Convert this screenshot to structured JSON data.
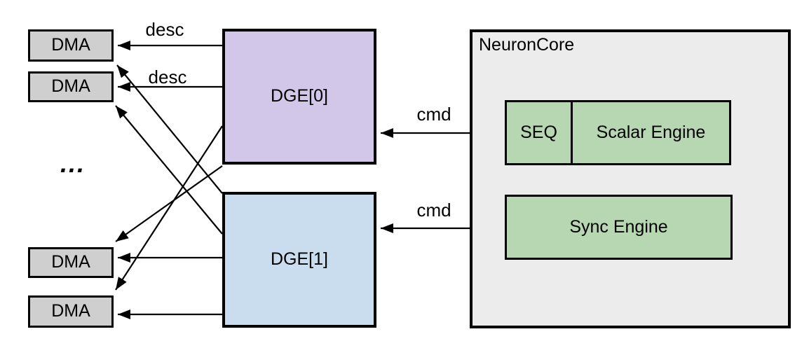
{
  "dma_boxes": [
    {
      "label": "DMA"
    },
    {
      "label": "DMA"
    },
    {
      "label": "DMA"
    },
    {
      "label": "DMA"
    }
  ],
  "dge_boxes": [
    {
      "label": "DGE[0]"
    },
    {
      "label": "DGE[1]"
    }
  ],
  "neuroncore": {
    "title": "NeuronCore",
    "seq_label": "SEQ",
    "scalar_label": "Scalar Engine",
    "sync_label": "Sync Engine"
  },
  "edge_labels": [
    {
      "text": "desc"
    },
    {
      "text": "desc"
    },
    {
      "text": "cmd"
    },
    {
      "text": "cmd"
    }
  ],
  "ellipsis": "...",
  "colors": {
    "dma_fill": "#CFCFCF",
    "dge0_fill": "#D2C7E8",
    "dge1_fill": "#C9DDEE",
    "engine_fill": "#B7D7B2",
    "neuroncore_fill": "#ECECEC",
    "line_color": "#000000",
    "background": "#FFFFFF"
  }
}
